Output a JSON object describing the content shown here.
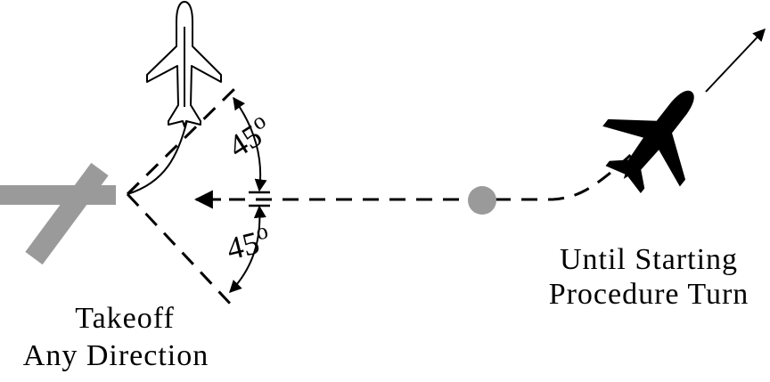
{
  "labels": {
    "takeoff_line1": "Takeoff",
    "takeoff_line2": "Any Direction",
    "until_line1": "Until Starting",
    "until_line2": "Procedure Turn"
  },
  "angles": {
    "upper": "45",
    "upper_sup": "o",
    "lower": "45",
    "lower_sup": "o"
  },
  "colors": {
    "runway": "#9a9a9a",
    "fix": "#9a9a9a",
    "ink": "#000000"
  },
  "icons": {
    "departing_aircraft": "airplane-outline-icon",
    "arriving_aircraft": "airplane-solid-icon",
    "fix": "circle-fix-icon"
  }
}
